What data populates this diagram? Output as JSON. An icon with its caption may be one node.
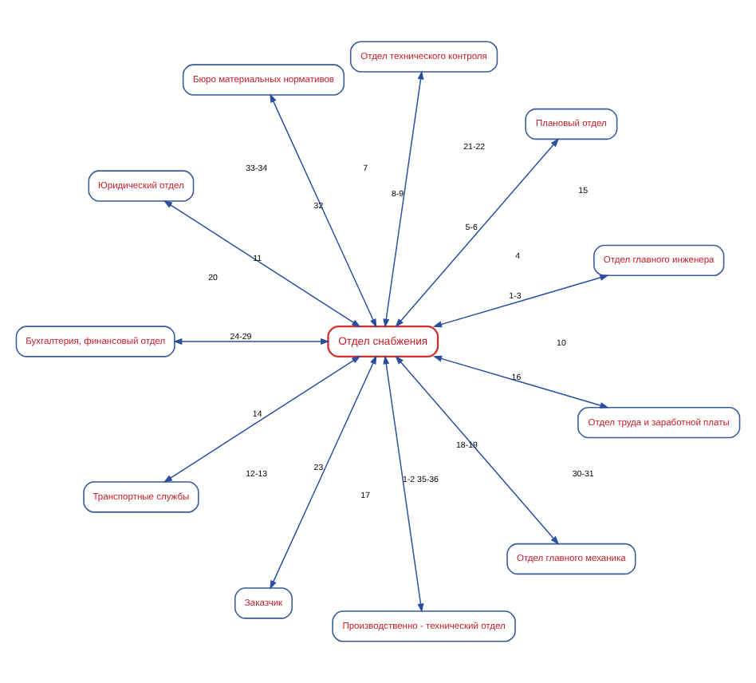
{
  "diagram": {
    "nodes": [
      {
        "text": [
          "Отдел главного инженера"
        ]
      },
      {
        "text": [
          "Плановый отдел"
        ]
      },
      {
        "text": [
          "Отдел технического контроля"
        ]
      },
      {
        "text": [
          "Бюро материальных нормативов"
        ]
      },
      {
        "text": [
          "Юридический отдел"
        ]
      },
      {
        "text": [
          "Отдел снабжения"
        ]
      },
      {
        "text": [
          "Бухгалтерия, финансовый отдел"
        ]
      },
      {
        "text": [
          "Транспортные службы"
        ]
      },
      {
        "text": [
          "Заказчик"
        ]
      },
      {
        "text": [
          "Производственно - технический отдел"
        ]
      },
      {
        "text": [
          "Отдел главного механика"
        ]
      },
      {
        "text": [
          "Отдел труда и заработной платы"
        ]
      }
    ],
    "edges": [
      {
        "from": 5,
        "to": 0,
        "arrow": "both",
        "label": "1-3"
      },
      {
        "from": 5,
        "to": 1,
        "arrow": "both",
        "label": "5-6"
      },
      {
        "from": 5,
        "to": 2,
        "arrow": "both",
        "label": "8-9"
      },
      {
        "from": 5,
        "to": 4,
        "arrow": "both",
        "label": "11"
      },
      {
        "from": 5,
        "to": 7,
        "arrow": "both",
        "label": "14"
      },
      {
        "from": 5,
        "to": 11,
        "arrow": "both",
        "label": "16"
      },
      {
        "from": 5,
        "to": 10,
        "arrow": "both",
        "label": "18-19"
      },
      {
        "from": 5,
        "to": 9,
        "arrow": "both",
        "label": "1-2 35-36"
      },
      {
        "from": 5,
        "to": 8,
        "arrow": "both",
        "label": "23"
      },
      {
        "from": 5,
        "to": 6,
        "arrow": "both",
        "label": "24-29"
      },
      {
        "from": 5,
        "to": 3,
        "arrow": "both",
        "label": "32"
      }
    ],
    "labels": [
      "4",
      "10",
      "7",
      "33-34",
      "12-13",
      "30-31",
      "15",
      "21-22",
      "17",
      "20"
    ]
  }
}
